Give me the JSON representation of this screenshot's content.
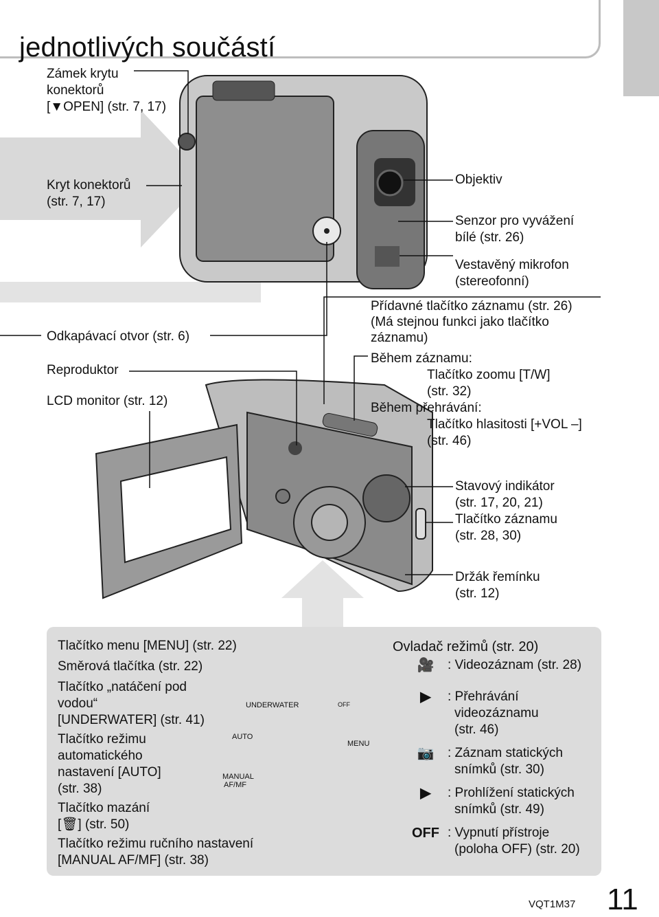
{
  "header": {
    "title": "jednotlivých součástí"
  },
  "top_left_labels": {
    "connector_lock": [
      "Zámek krytu",
      "konektorů",
      "[▼OPEN] (str. 7, 17)"
    ],
    "connector_cover": [
      "Kryt konektorů",
      "(str. 7, 17)"
    ],
    "drain_hole": "Odkapávací otvor (str. 6)",
    "speaker": "Reproduktor",
    "lcd_monitor": "LCD monitor (str. 12)"
  },
  "right_labels": {
    "lens": "Objektiv",
    "wb_sensor": [
      "Senzor pro vyvážení",
      "bílé (str. 26)"
    ],
    "mic": [
      "Vestavěný mikrofon",
      "(stereofonní)"
    ],
    "sub_rec": [
      "Přídavné tlačítko záznamu (str. 26)",
      "(Má stejnou funkci jako tlačítko",
      "záznamu)"
    ],
    "during_rec": "Během záznamu:",
    "zoom": [
      "Tlačítko zoomu [T/W]",
      "(str. 32)"
    ],
    "during_play": "Během přehrávání:",
    "volume": [
      "Tlačítko hlasitosti [+VOL –]",
      "(str. 46)"
    ],
    "status": [
      "Stavový indikátor",
      "(str. 17, 20, 21)"
    ],
    "rec_button": [
      "Tlačítko záznamu",
      "(str. 28, 30)"
    ],
    "strap": [
      "Držák řemínku",
      "(str. 12)"
    ]
  },
  "panel": {
    "menu_btn": "Tlačítko menu [MENU] (str. 22)",
    "dir_btns": "Směrová tlačítka (str. 22)",
    "underwater": [
      "Tlačítko „natáčení pod",
      "vodou“",
      "[UNDERWATER] (str. 41)"
    ],
    "auto": [
      "Tlačítko režimu",
      "automatického",
      "nastavení [AUTO]",
      "(str. 38)"
    ],
    "delete": [
      "Tlačítko mazání",
      "[🗑] (str. 50)"
    ],
    "manual": [
      "Tlačítko režimu ručního nastavení",
      "[MANUAL AF/MF] (str. 38)"
    ],
    "diagram_labels": {
      "underwater": "UNDERWATER",
      "auto": "AUTO",
      "manual": "MANUAL",
      "afmf": "AF/MF",
      "menu": "MENU",
      "off": "OFF"
    },
    "mode_dial_title": "Ovladač režimů (str. 20)",
    "modes": [
      {
        "icon": "🎥",
        "text": [
          ": Videozáznam (str. 28)"
        ]
      },
      {
        "icon": "▶",
        "text": [
          ": Přehrávání",
          "videozáznamu",
          "(str. 46)"
        ]
      },
      {
        "icon": "📷",
        "text": [
          ": Záznam statických",
          "snímků (str. 30)"
        ]
      },
      {
        "icon": "▶",
        "text": [
          ": Prohlížení statických",
          "snímků (str. 49)"
        ]
      },
      {
        "icon": "OFF",
        "text": [
          ": Vypnutí přístroje",
          "(poloha OFF) (str. 20)"
        ]
      }
    ]
  },
  "footer": {
    "code": "VQT1M37",
    "page": "11"
  }
}
